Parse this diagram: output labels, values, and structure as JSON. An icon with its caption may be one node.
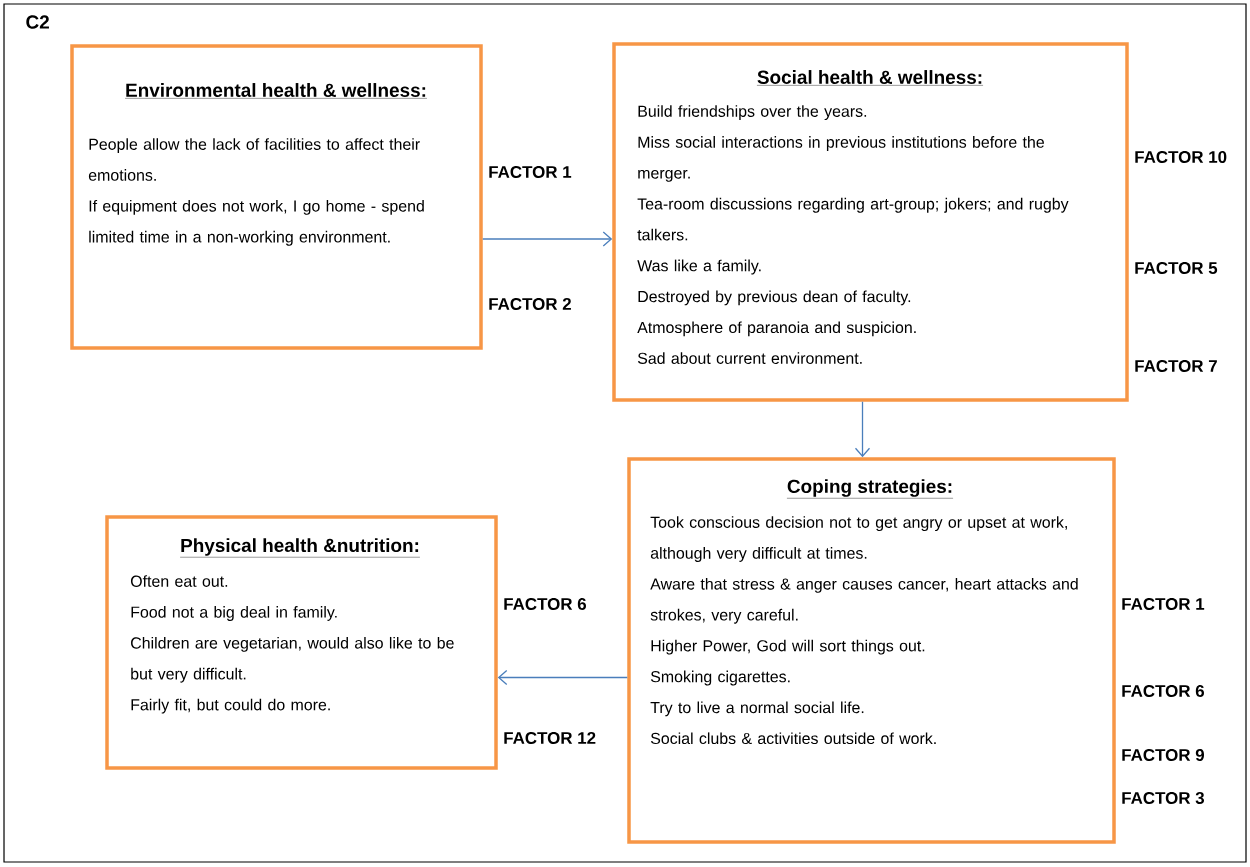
{
  "diagram": {
    "nodes": [
      {
        "text": [
          "Environmental health & wellness:",
          "People allow the lack of facilities to affect their emotions.",
          "If equipment does not work, I go home - spend limited time in a non-working environment."
        ],
        "beside": [
          "FACTOR 1",
          "FACTOR 2"
        ]
      },
      {
        "text": [
          "Social health & wellness:",
          "Build friendships over the years.",
          "Miss social interactions in previous institutions before the merger.",
          "Tea-room discussions regarding art-group; jokers; and rugby talkers.",
          "Was like a family.",
          "Destroyed by previous dean of faculty.",
          "Atmosphere of paranoia and suspicion.",
          "Sad about current environment."
        ],
        "beside": [
          "FACTOR 10",
          "FACTOR 5",
          "FACTOR 7"
        ]
      },
      {
        "text": [
          "Coping strategies:",
          "Took conscious decision not to get angry or upset at work, although very difficult at times.",
          "Aware that stress & anger causes cancer, heart attacks and strokes, very careful.",
          "Higher Power, God will sort things out.",
          "Smoking cigarettes.",
          "Try to live a normal social life.",
          "Social clubs & activities outside of work."
        ],
        "beside": [
          "FACTOR 1",
          "FACTOR 6",
          "FACTOR 9",
          "FACTOR 3"
        ]
      },
      {
        "text": [
          "Physical health &nutrition:",
          "Often eat out.",
          "Food not a big deal in family.",
          "Children are vegetarian, would also like to be but very difficult.",
          "Fairly fit, but could do more."
        ],
        "beside": [
          "FACTOR 6",
          "FACTOR 12"
        ]
      }
    ],
    "edges": [
      {
        "from": 0,
        "to": 1,
        "arrow": "to"
      },
      {
        "from": 1,
        "to": 2,
        "arrow": "to"
      },
      {
        "from": 2,
        "to": 3,
        "arrow": "to"
      }
    ],
    "labels": [
      "C2"
    ]
  }
}
